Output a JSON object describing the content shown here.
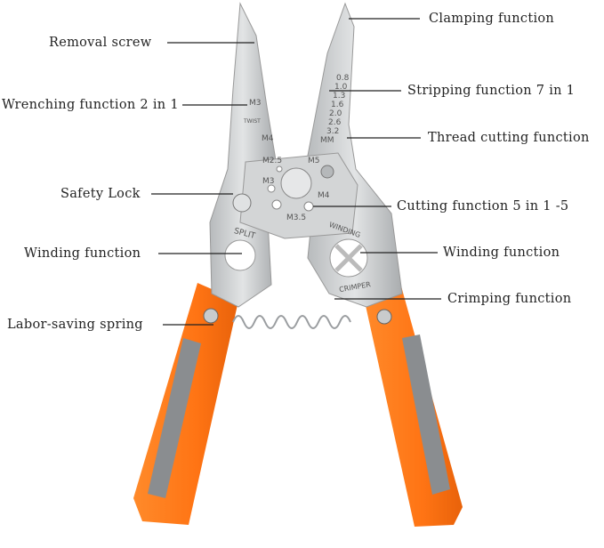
{
  "labels": {
    "clamping": "Clamping function",
    "removal_screw": "Removal screw",
    "stripping": "Stripping function 7 in 1",
    "wrenching": "Wrenching function 2 in 1",
    "thread_cutting": "Thread cutting function",
    "safety_lock": "Safety Lock",
    "cutting": "Cutting function 5 in 1 -5",
    "winding_left": "Winding function",
    "winding_right": "Winding function",
    "crimping": "Crimping function",
    "spring": "Labor-saving spring"
  },
  "engravings": {
    "strip_sizes": [
      "0.8",
      "1.0",
      "1.3",
      "1.6",
      "2.0",
      "2.6",
      "3.2",
      "MM"
    ],
    "wrench": [
      "M3",
      "TWIST",
      "M4"
    ],
    "cutting_holes": [
      "M2.5",
      "M5",
      "M3",
      "M4",
      "M3.5"
    ],
    "split": "SPLIT",
    "winding": "WINDING",
    "crimper": "CRIMPER"
  },
  "colors": {
    "handle": "#ff7a1a",
    "grip": "#8a8d90",
    "steel": "#c9cbcc",
    "line": "#222222"
  }
}
